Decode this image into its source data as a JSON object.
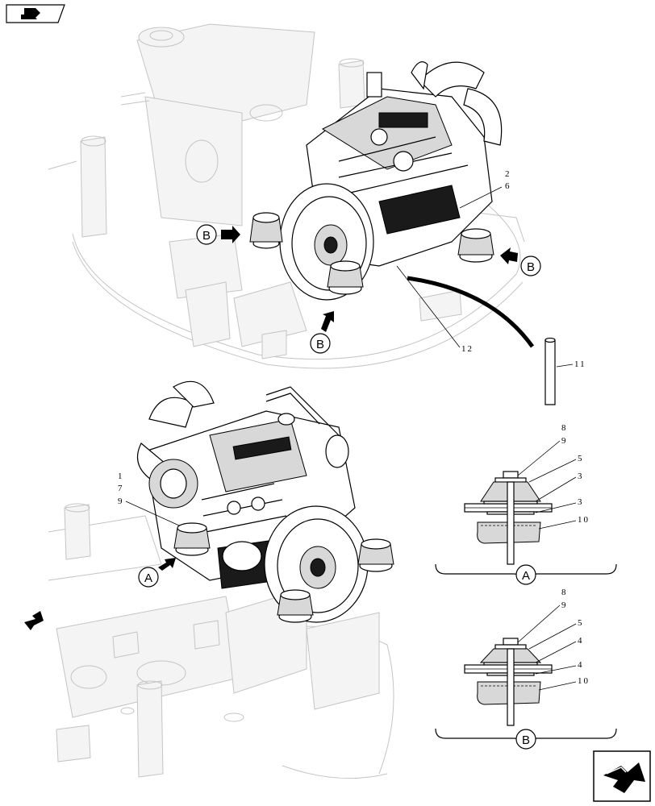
{
  "callouts": {
    "top_engine_2": "2",
    "top_engine_6": "6",
    "top_engine_12": "12",
    "hose_11": "11",
    "bottom_engine_1": "1",
    "bottom_engine_7": "7",
    "bottom_engine_9": "9"
  },
  "detail_a": {
    "n8": "8",
    "n9": "9",
    "n5": "5",
    "n3a": "3",
    "n3b": "3",
    "n10": "10",
    "view_label": "A"
  },
  "detail_b": {
    "n8": "8",
    "n9": "9",
    "n5": "5",
    "n4a": "4",
    "n4b": "4",
    "n10": "10",
    "view_label": "B"
  },
  "view_markers": {
    "b_left": "B",
    "b_bottom": "B",
    "b_right": "B",
    "a_left": "A"
  }
}
